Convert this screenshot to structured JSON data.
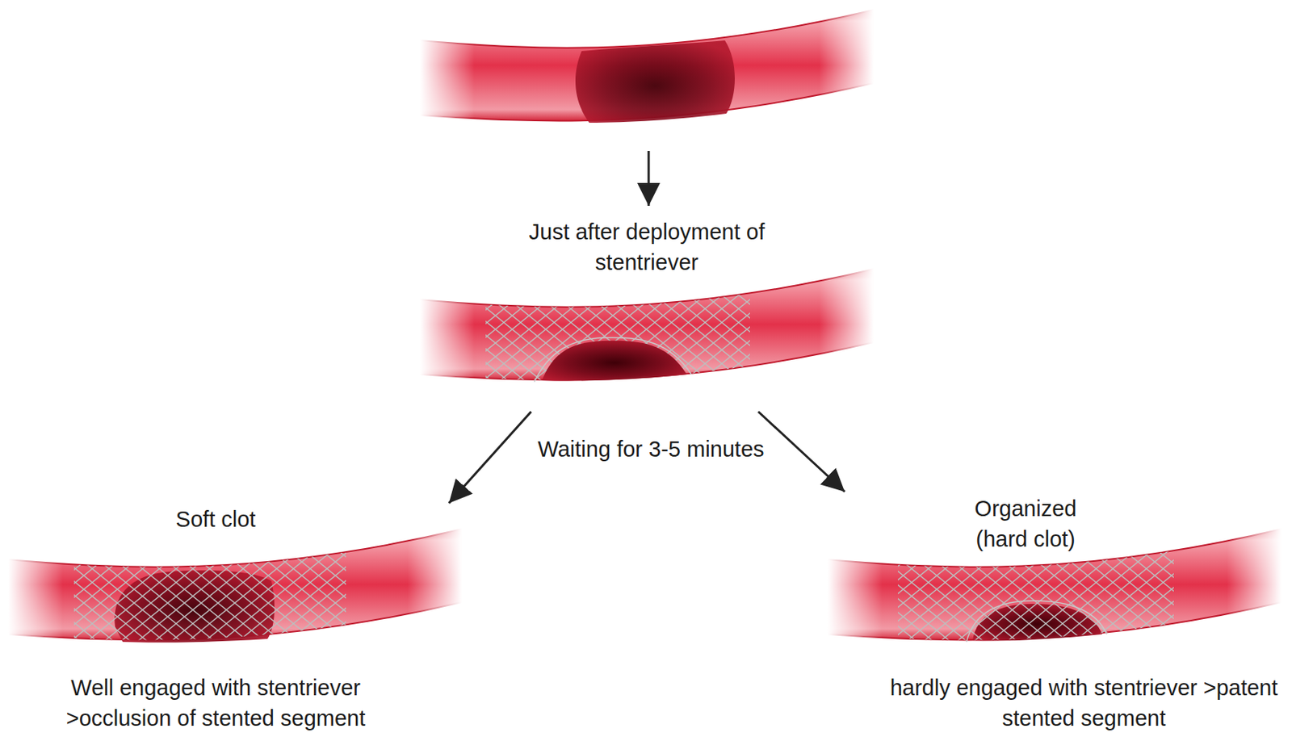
{
  "diagram": {
    "nodes": [
      {
        "text": [
          "Just after deployment of stentriever"
        ]
      },
      {
        "text": [
          "Soft clot",
          "Well engaged with stentriever >occlusion of stented segment"
        ]
      },
      {
        "text": [
          "Organized (hard clot)",
          "hardly engaged with stentriever >patent stented segment"
        ]
      }
    ],
    "edges": [
      {
        "from": 0,
        "to": 1,
        "arrow": "to"
      },
      {
        "from": 0,
        "to": 2,
        "arrow": "to"
      }
    ],
    "labels": [
      "Waiting for 3-5 minutes"
    ]
  }
}
